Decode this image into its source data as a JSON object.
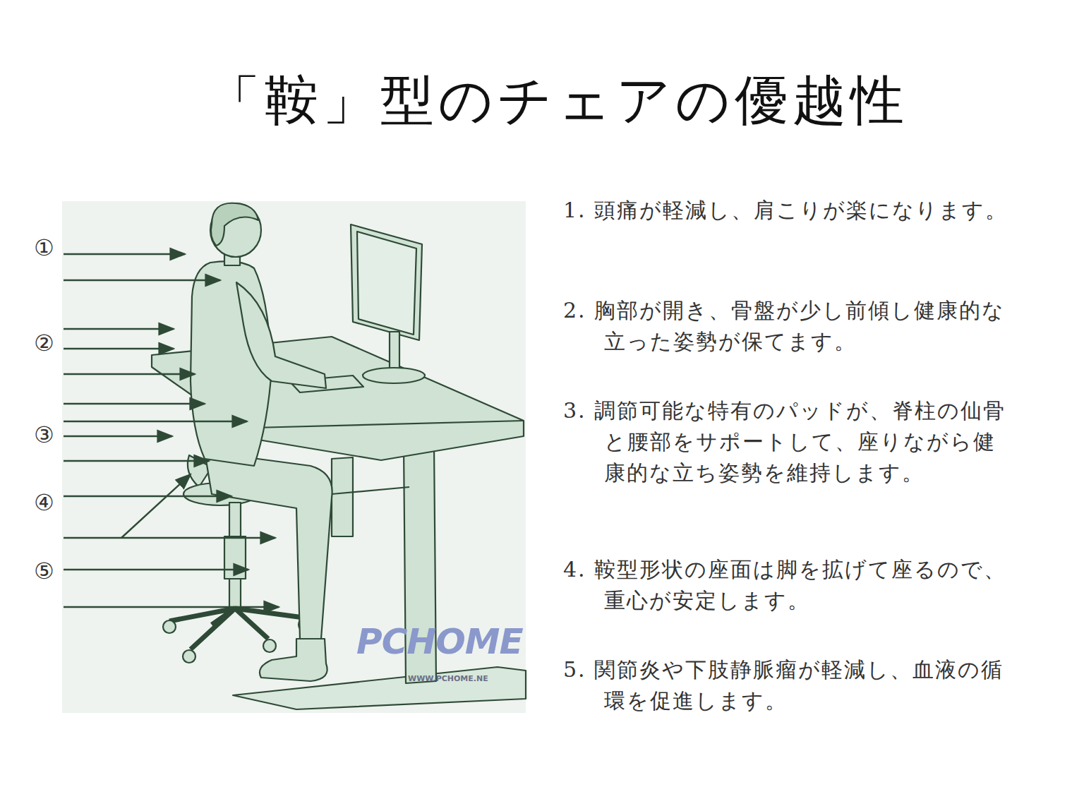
{
  "diagram": {
    "title": "「鞍」型のチェアの優越性",
    "labels": [
      "①",
      "②",
      "③",
      "④",
      "⑤",
      "1. 頭痛が軽減し、肩こりが楽になります。",
      "2. 胸部が開き、骨盤が少し前傾し健康的な立った姿勢が保てます。",
      "3. 調節可能な特有のパッドが、脊柱の仙骨と腰部をサポートして、座りながら健康的な立ち姿勢を維持します。",
      "4. 鞍型形状の座面は脚を拡げて座るので、重心が安定します。",
      "5. 関節炎や下肢静脈瘤が軽減し、血液の循環を促進します。",
      "PCHOME",
      "WWW.PCHOME.NE"
    ]
  }
}
